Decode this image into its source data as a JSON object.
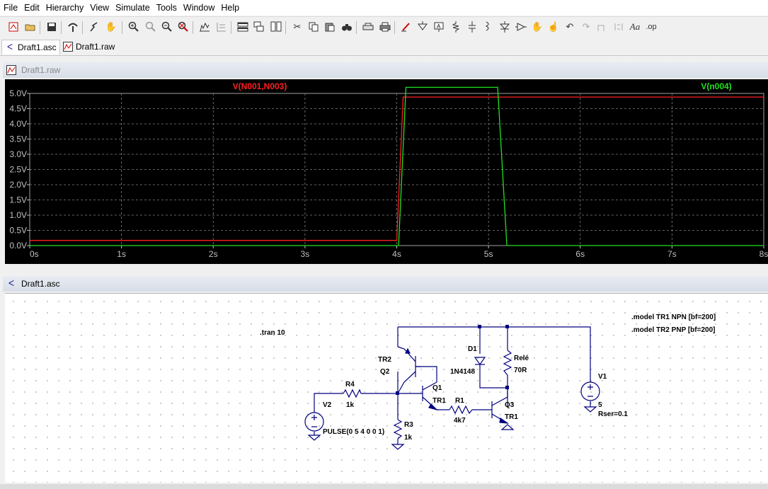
{
  "menubar": {
    "items": [
      "File",
      "Edit",
      "Hierarchy",
      "View",
      "Simulate",
      "Tools",
      "Window",
      "Help"
    ]
  },
  "toolbar": {
    "buttons": [
      "new-schematic-icon",
      "open-icon",
      "save-icon",
      "control-panel-icon",
      "run-icon",
      "halt-icon",
      "zoom-in-icon",
      "zoom-icon",
      "zoom-out-icon",
      "zoom-fit-icon",
      "autorange-icon",
      "grid-icon",
      "tile-horizontal-icon",
      "cascade-icon",
      "tile-vertical-icon",
      "cut-icon",
      "copy-icon",
      "paste-icon",
      "find-icon",
      "print-preview-icon",
      "print-icon",
      "wire-icon",
      "ground-icon",
      "label-icon",
      "resistor-icon",
      "capacitor-icon",
      "inductor-icon",
      "diode-icon",
      "component-icon",
      "move-icon",
      "drag-icon",
      "undo-icon",
      "redo-icon",
      "rotate-icon",
      "mirror-icon",
      "text-icon",
      "spice-directive-icon"
    ],
    "text_label": "Aa",
    "op_label": ".op"
  },
  "tabs": [
    {
      "label": "Draft1.asc",
      "active": true
    },
    {
      "label": "Draft1.raw",
      "active": false
    }
  ],
  "plot_window": {
    "title": "Draft1.raw"
  },
  "schematic_window": {
    "title": "Draft1.asc"
  },
  "colors": {
    "trace1": "#ff2020",
    "trace2": "#20e020",
    "plot_bg": "#000000",
    "grid": "#808080",
    "wire": "#000080",
    "component": "#000080"
  },
  "chart_data": {
    "type": "line",
    "xlabel": "",
    "ylabel": "",
    "xlim": [
      0,
      8
    ],
    "ylim": [
      0,
      5
    ],
    "x_ticks": [
      "0s",
      "1s",
      "2s",
      "3s",
      "4s",
      "5s",
      "6s",
      "7s",
      "8s"
    ],
    "y_ticks": [
      "0.0V",
      "0.5V",
      "1.0V",
      "1.5V",
      "2.0V",
      "2.5V",
      "3.0V",
      "3.5V",
      "4.0V",
      "4.5V",
      "5.0V"
    ],
    "grid": true,
    "series": [
      {
        "name": "V(N001,N003)",
        "color": "#ff2020",
        "x": [
          0,
          4.0,
          4.07,
          8
        ],
        "y": [
          0.17,
          0.17,
          4.88,
          4.88
        ]
      },
      {
        "name": "V(n004)",
        "color": "#20e020",
        "x": [
          0,
          4.02,
          4.1,
          5.1,
          5.2,
          8
        ],
        "y": [
          0.0,
          0.0,
          5.2,
          5.2,
          0.0,
          0.0
        ]
      }
    ]
  },
  "schematic": {
    "directive_tran": ".tran 10",
    "directive_model1": ".model TR1 NPN [bf=200]",
    "directive_model2": ".model TR2 PNP [bf=200]",
    "tr2_label": "TR2",
    "q2_label": "Q2",
    "q1_label": "Q1",
    "q1_model": "TR1",
    "q3_label": "Q3",
    "q3_model": "TR1",
    "r4_name": "R4",
    "r4_value": "1k",
    "r3_name": "R3",
    "r3_value": "1k",
    "r1_name": "R1",
    "r1_value": "4k7",
    "d1_name": "D1",
    "d1_value": "1N4148",
    "relay_name": "Relé",
    "relay_value": "70R",
    "v1_name": "V1",
    "v1_value": "5",
    "v1_rser": "Rser=0.1",
    "v2_name": "V2",
    "v2_value": "PULSE(0 5 4 0 0 1)"
  }
}
